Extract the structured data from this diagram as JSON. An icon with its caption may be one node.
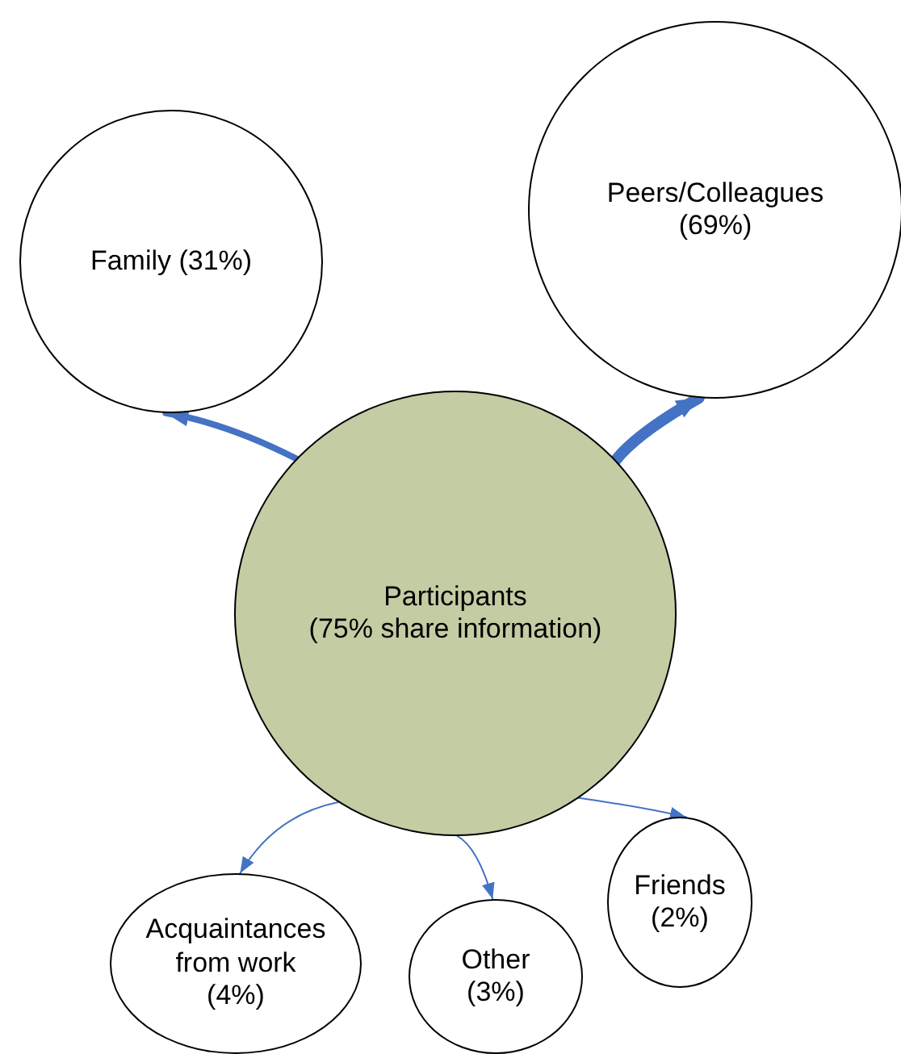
{
  "diagram": {
    "nodes": [
      {
        "text": [
          "Family (31%)"
        ]
      },
      {
        "text": [
          "Peers/Colleagues",
          "(69%)"
        ]
      },
      {
        "text": [
          "Participants",
          "(75% share information)"
        ]
      },
      {
        "text": [
          "Acquaintances from work",
          "(4%)"
        ]
      },
      {
        "text": [
          "Other",
          "(3%)"
        ]
      },
      {
        "text": [
          "Friends",
          "(2%)"
        ]
      }
    ],
    "edges": [
      {
        "from": 2,
        "to": 0,
        "arrow": "to",
        "style": "thick"
      },
      {
        "from": 2,
        "to": 1,
        "arrow": "to",
        "style": "thick"
      },
      {
        "from": 2,
        "to": 3,
        "arrow": "to"
      },
      {
        "from": 2,
        "to": 4,
        "arrow": "to"
      },
      {
        "from": 2,
        "to": 5,
        "arrow": "to"
      }
    ]
  }
}
